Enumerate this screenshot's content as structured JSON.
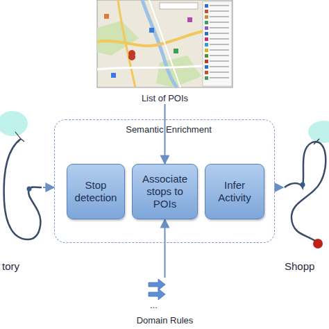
{
  "diagram": {
    "nodes": [
      {
        "text": [
          "Semantic Enrichment"
        ]
      },
      {
        "text": [
          "Stop detection"
        ],
        "in": 0
      },
      {
        "text": [
          "Associate stops to POIs"
        ],
        "in": 0
      },
      {
        "text": [
          "Infer Activity"
        ],
        "in": 0
      },
      {
        "text": [
          "List of POIs"
        ]
      },
      {
        "text": [
          "tory"
        ]
      },
      {
        "text": [
          "Shopp"
        ]
      },
      {
        "text": [
          "Domain Rules"
        ]
      }
    ],
    "edges": [
      {
        "from": 4,
        "to": 2,
        "arrow": "to"
      },
      {
        "from": 5,
        "to": 0,
        "arrow": "to"
      },
      {
        "from": 0,
        "to": 6,
        "arrow": "to"
      },
      {
        "from": 7,
        "to": 2,
        "arrow": "to"
      }
    ],
    "labels": [
      "..."
    ]
  }
}
